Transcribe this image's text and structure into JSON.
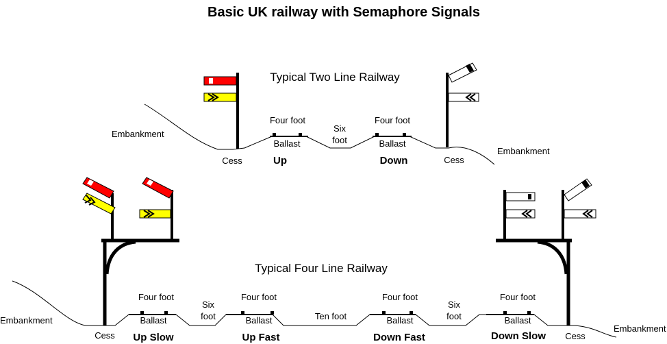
{
  "title": "Basic UK railway with Semaphore Signals",
  "two_line": {
    "heading": "Typical Two Line Railway",
    "embankment_left": "Embankment",
    "embankment_right": "Embankment",
    "cess_left": "Cess",
    "cess_right": "Cess",
    "four_foot_1": "Four foot",
    "four_foot_2": "Four foot",
    "six_foot_line1": "Six",
    "six_foot_line2": "foot",
    "ballast_1": "Ballast",
    "ballast_2": "Ballast",
    "line_up": "Up",
    "line_down": "Down"
  },
  "four_line": {
    "heading": "Typical Four Line Railway",
    "embankment_left": "Embankment",
    "embankment_right": "Embankment",
    "cess_left": "Cess",
    "cess_right": "Cess",
    "four_foot_1": "Four foot",
    "four_foot_2": "Four foot",
    "four_foot_3": "Four foot",
    "four_foot_4": "Four foot",
    "six_foot_a_line1": "Six",
    "six_foot_a_line2": "foot",
    "six_foot_b_line1": "Six",
    "six_foot_b_line2": "foot",
    "ten_foot": "Ten foot",
    "ballast_1": "Ballast",
    "ballast_2": "Ballast",
    "ballast_3": "Ballast",
    "ballast_4": "Ballast",
    "line_up_slow": "Up Slow",
    "line_up_fast": "Up Fast",
    "line_down_fast": "Down Fast",
    "line_down_slow": "Down Slow"
  },
  "colors": {
    "stop_arm": "#ff0000",
    "distant_arm": "#ffff00",
    "arm_outline": "#000000",
    "post": "#000000",
    "arm_stripe": "#ffffff",
    "cleared_arm": "#ffffff"
  }
}
